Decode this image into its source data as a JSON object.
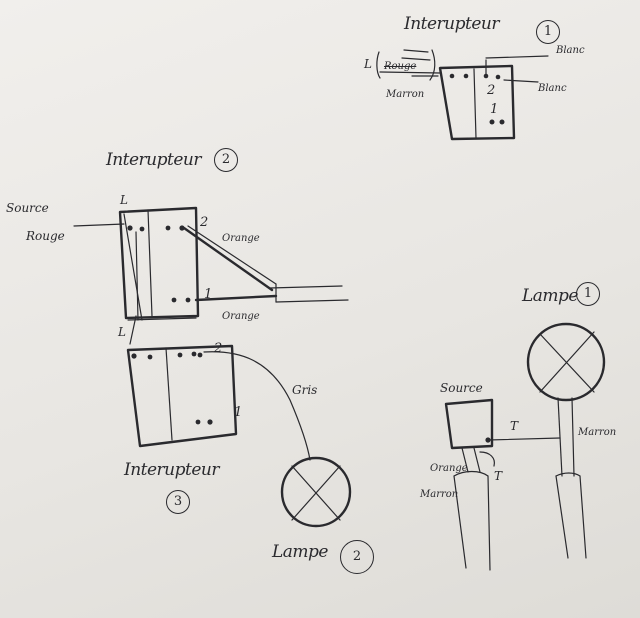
{
  "switch1": {
    "title": "Interupteur",
    "number": "1",
    "terminal_l": "L",
    "struck_label": "Rouge",
    "wire_marron": "Marron",
    "wire_blanc_1": "Blanc",
    "wire_blanc_2": "Blanc",
    "terminal_2": "2",
    "terminal_1": "1"
  },
  "switch2": {
    "title": "Interupteur",
    "number": "2",
    "source_label_1": "Source",
    "source_label_2": "Rouge",
    "terminal_l": "L",
    "terminal_2": "2",
    "terminal_1": "1",
    "wire_orange_1": "Orange",
    "wire_orange_2": "Orange"
  },
  "switch3": {
    "title": "Interupteur",
    "number": "3",
    "terminal_l": "L",
    "terminal_2": "2",
    "terminal_1": "1",
    "wire_gris": "Gris"
  },
  "lamp1": {
    "title": "Lampe",
    "number": "1",
    "wire_marron": "Marron"
  },
  "lamp2": {
    "title": "Lampe",
    "number": "2"
  },
  "source_box": {
    "label": "Source",
    "wire_t_1": "T",
    "wire_t_2": "T",
    "wire_orange": "Orange",
    "wire_marron": "Marron"
  }
}
